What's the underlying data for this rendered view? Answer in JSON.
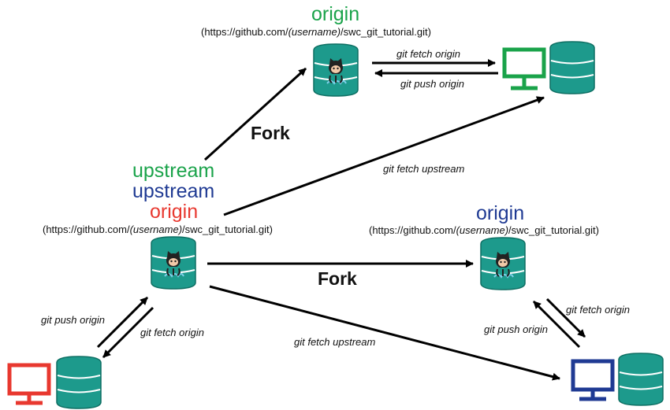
{
  "colors": {
    "green": "#1aa34a",
    "blue": "#1f3a93",
    "red": "#e8382f",
    "teal": "#1d9a8c",
    "arrow": "#000000"
  },
  "top_remote": {
    "name": "origin",
    "url_prefix": "(https://github.com/",
    "url_user": "(username)",
    "url_suffix": "/swc_git_tutorial.git)"
  },
  "left_remote": {
    "names": [
      "upstream",
      "upstream",
      "origin"
    ],
    "url_prefix": "(https://github.com/",
    "url_user": "(username)",
    "url_suffix": "/swc_git_tutorial.git)"
  },
  "right_remote": {
    "name": "origin",
    "url_prefix": "(https://github.com/",
    "url_user": "(username)",
    "url_suffix": "/swc_git_tutorial.git)"
  },
  "edges": {
    "fork_top": "Fork",
    "fork_right": "Fork",
    "top_fetch_origin": "git fetch origin",
    "top_push_origin": "git push origin",
    "fetch_upstream_top": "git fetch upstream",
    "fetch_upstream_bottom": "git fetch upstream",
    "left_push_origin": "git push origin",
    "left_fetch_origin": "git fetch origin",
    "right_fetch_origin": "git fetch origin",
    "right_push_origin": "git push origin"
  },
  "icons": {
    "repo": "github-database-icon",
    "local": "computer-database-icon"
  }
}
